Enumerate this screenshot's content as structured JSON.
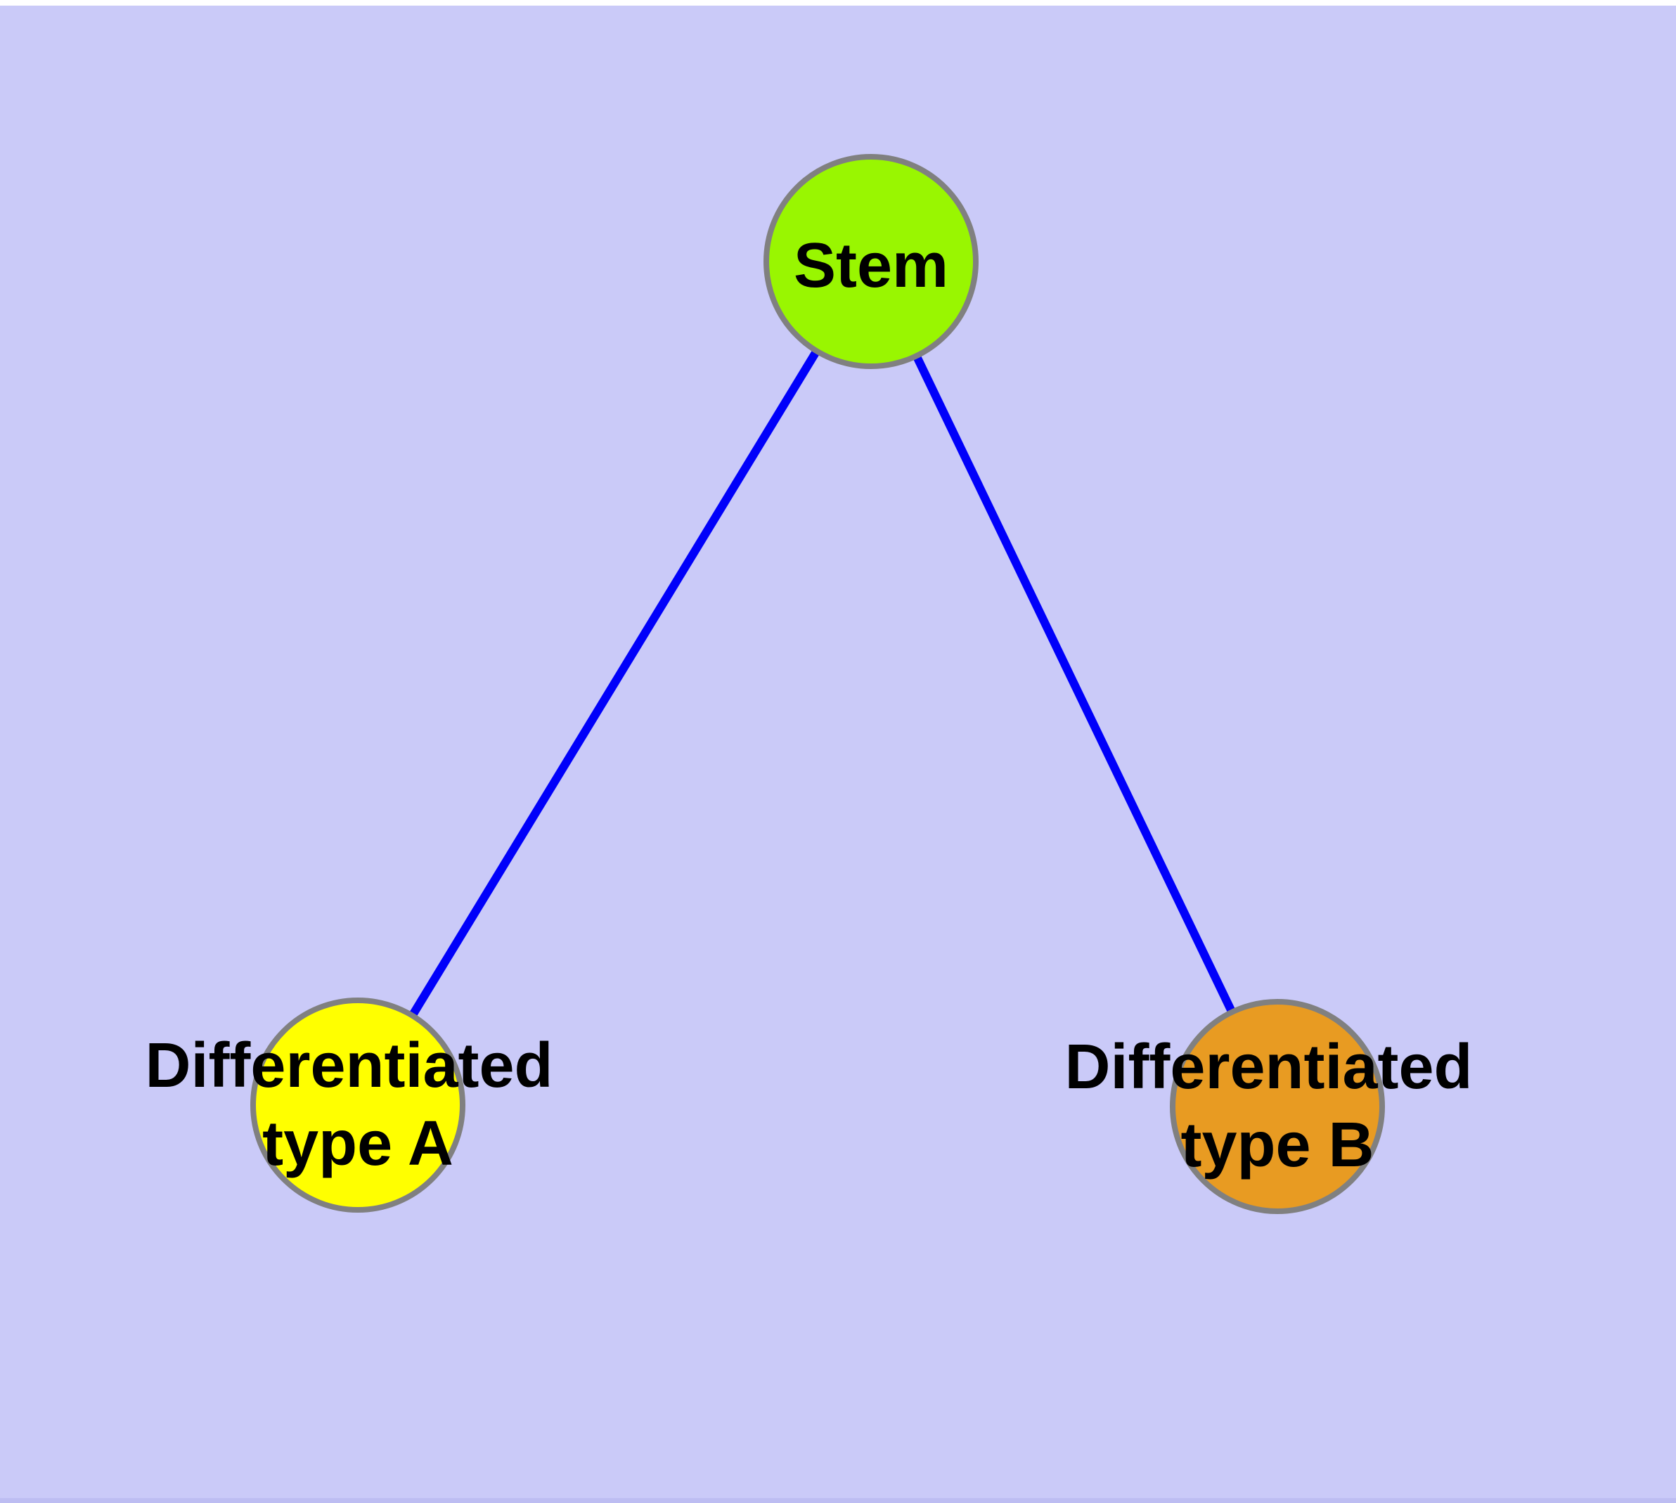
{
  "diagram": {
    "colors": {
      "background": "#CACAF8",
      "top_strip": "#FFFFFF",
      "bottom_strip": "#BDBDF2",
      "edge": "#0000FA",
      "node_border": "#808080",
      "label": "#000000"
    },
    "nodes": [
      {
        "id": "stem",
        "label_lines": [
          "Stem"
        ],
        "fill": "#99F601"
      },
      {
        "id": "differentiated-type-a",
        "label_lines": [
          "Differentiated",
          "type A"
        ],
        "fill": "#FFFF00"
      },
      {
        "id": "differentiated-type-b",
        "label_lines": [
          "Differentiated",
          "type B"
        ],
        "fill": "#E89B22"
      }
    ],
    "edges": [
      {
        "from": "stem",
        "to": "differentiated-type-a"
      },
      {
        "from": "stem",
        "to": "differentiated-type-b"
      }
    ]
  }
}
